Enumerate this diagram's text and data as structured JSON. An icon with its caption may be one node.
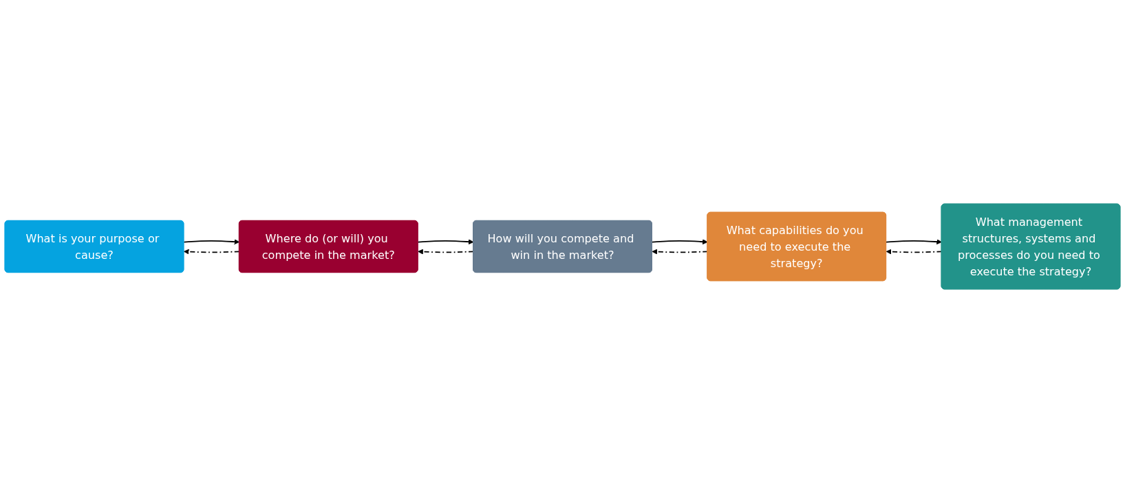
{
  "diagram": {
    "nodes": [
      {
        "text": [
          "What is your purpose or cause?"
        ]
      },
      {
        "text": [
          "Where do (or will) you compete in the market?"
        ]
      },
      {
        "text": [
          "How will you compete and win in the market?"
        ]
      },
      {
        "text": [
          "What capabilities do you need to execute the strategy?"
        ]
      },
      {
        "text": [
          "What management structures, systems and processes do you need to execute the strategy?"
        ]
      }
    ],
    "edges": [
      {
        "from": 0,
        "to": 1,
        "arrow": "to"
      },
      {
        "from": 1,
        "to": 0,
        "arrow": "to",
        "style": "dashed"
      },
      {
        "from": 1,
        "to": 2,
        "arrow": "to"
      },
      {
        "from": 2,
        "to": 1,
        "arrow": "to",
        "style": "dashed"
      },
      {
        "from": 2,
        "to": 3,
        "arrow": "to"
      },
      {
        "from": 3,
        "to": 2,
        "arrow": "to",
        "style": "dashed"
      },
      {
        "from": 3,
        "to": 4,
        "arrow": "to"
      },
      {
        "from": 4,
        "to": 3,
        "arrow": "to",
        "style": "dashed"
      }
    ]
  }
}
